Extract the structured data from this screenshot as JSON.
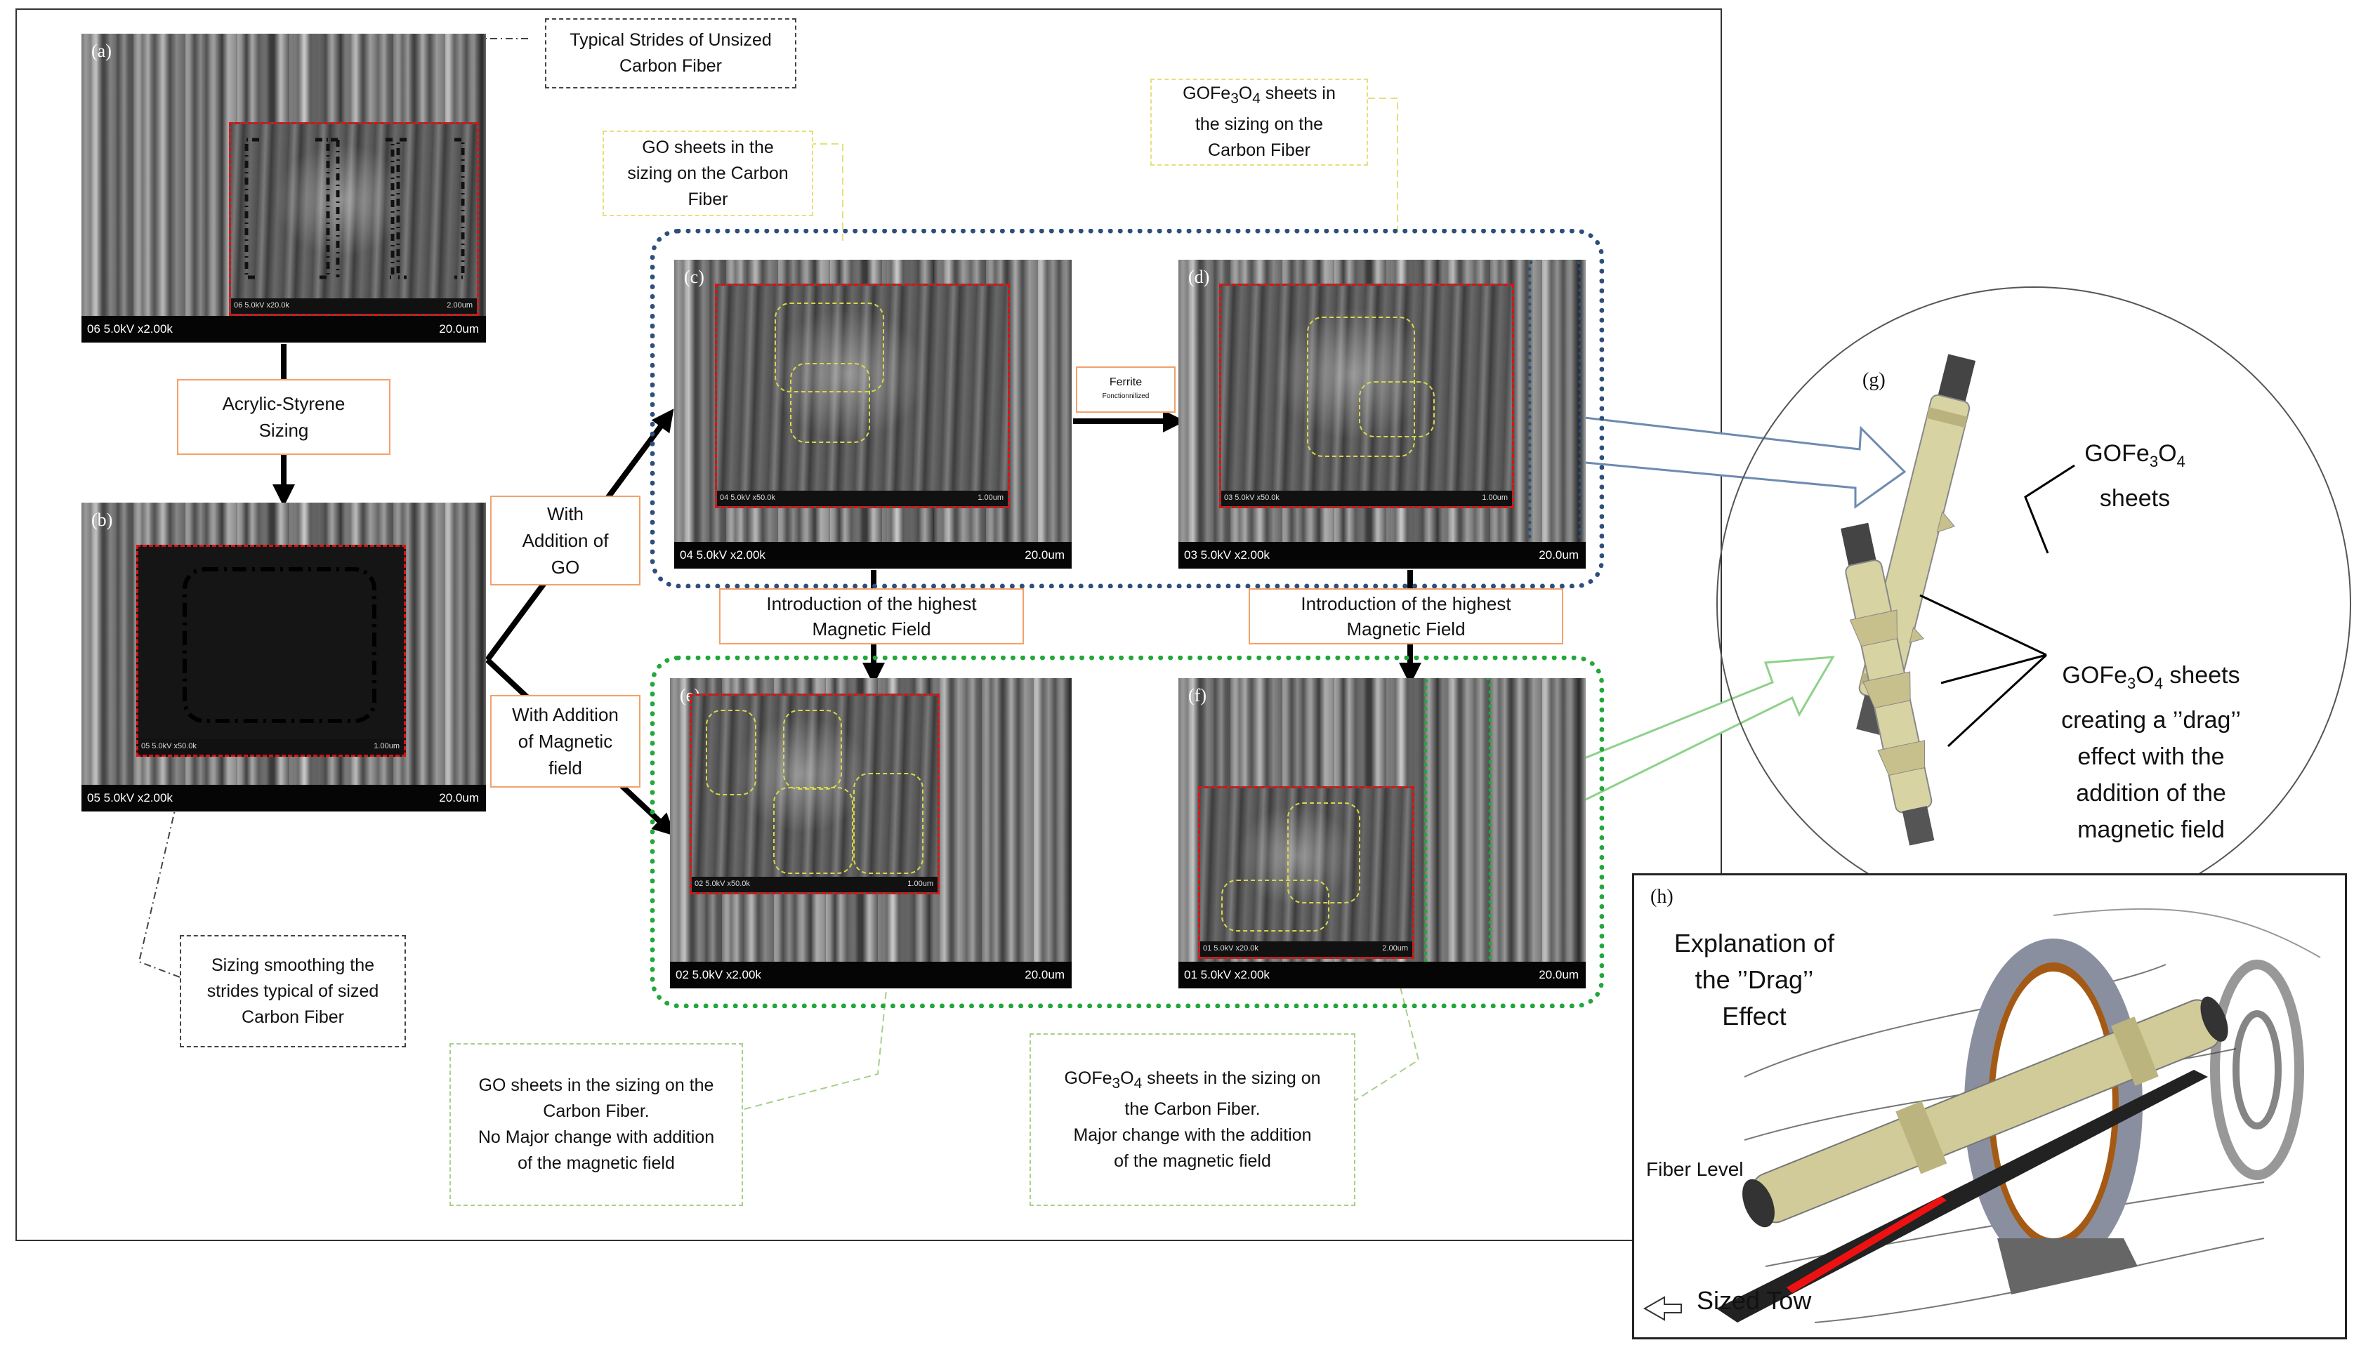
{
  "panels": {
    "a": {
      "label": "(a)",
      "bar_left": "06 5.0kV x2.00k",
      "bar_right": "20.0um",
      "inset_left": "06 5.0kV x20.0k",
      "inset_right": "2.00um"
    },
    "b": {
      "label": "(b)",
      "bar_left": "05 5.0kV x2.00k",
      "bar_right": "20.0um",
      "inset_left": "05 5.0kV x50.0k",
      "inset_right": "1.00um"
    },
    "c": {
      "label": "(c)",
      "bar_left": "04 5.0kV x2.00k",
      "bar_right": "20.0um",
      "inset_left": "04 5.0kV x50.0k",
      "inset_right": "1.00um"
    },
    "d": {
      "label": "(d)",
      "bar_left": "03 5.0kV x2.00k",
      "bar_right": "20.0um",
      "inset_left": "03 5.0kV x50.0k",
      "inset_right": "1.00um"
    },
    "e": {
      "label": "(e)",
      "bar_left": "02 5.0kV x2.00k",
      "bar_right": "20.0um",
      "inset_left": "02 5.0kV x50.0k",
      "inset_right": "1.00um"
    },
    "f": {
      "label": "(f)",
      "bar_left": "01 5.0kV x2.00k",
      "bar_right": "20.0um",
      "inset_left": "01 5.0kV x20.0k",
      "inset_right": "2.00um"
    },
    "g": {
      "label": "(g)"
    },
    "h": {
      "label": "(h)"
    }
  },
  "callouts": {
    "unsized_l1": "Typical Strides of Unsized",
    "unsized_l2": "Carbon Fiber",
    "go_sheets_l1": "GO sheets in the",
    "go_sheets_l2": "sizing on the Carbon",
    "go_sheets_l3": "Fiber",
    "gofe_l1_pre": "GOFe",
    "gofe_l1_post": " sheets in",
    "gofe_l2": "the sizing on the",
    "gofe_l3": "Carbon Fiber",
    "smooth_l1": "Sizing smoothing the",
    "smooth_l2": "strides  typical of sized",
    "smooth_l3": "Carbon Fiber",
    "go_nochange_l1": "GO sheets in the sizing on the",
    "go_nochange_l2": "Carbon Fiber.",
    "go_nochange_l3": "No Major change with addition",
    "go_nochange_l4": "of the magnetic field",
    "gofe_change_l1_pre": "GOFe",
    "gofe_change_l1_post": " sheets in the sizing on",
    "gofe_change_l2": "the Carbon Fiber.",
    "gofe_change_l3": "Major change with the addition",
    "gofe_change_l4": "of the magnetic field"
  },
  "steps": {
    "sizing_l1": "Acrylic-Styrene",
    "sizing_l2": "Sizing",
    "with_go_l1": "With",
    "with_go_l2": "Addition of",
    "with_go_l3": "GO",
    "with_mag_l1": "With Addition",
    "with_mag_l2": "of Magnetic",
    "with_mag_l3": "field",
    "ferrite_l1": "Ferrite",
    "ferrite_l2": "Fonctionnilized",
    "intro1_l1": "Introduction of the highest",
    "intro1_l2": "Magnetic Field",
    "intro2_l1": "Introduction of the highest",
    "intro2_l2": "Magnetic Field"
  },
  "g_labels": {
    "sheets_l1_pre": "GOFe",
    "sheets_l2": "sheets",
    "drag_l1_pre": "GOFe",
    "drag_l1_post": " sheets",
    "drag_l2": "creating a ’’drag’’",
    "drag_l3": "effect with the",
    "drag_l4": "addition of the",
    "drag_l5": "magnetic field"
  },
  "h_labels": {
    "title_l1": "Explanation of",
    "title_l2": "the ’’Drag’’",
    "title_l3": "Effect",
    "fiber_level": "Fiber Level",
    "sized_tow": "Sized Tow"
  },
  "formula": {
    "sub3": "3",
    "o": "O",
    "sub4": "4"
  },
  "colors": {
    "blue_group": "#2e4f7c",
    "green_group": "#22a83a",
    "inset_border": "#dd1111",
    "orange_box": "#f3a16a"
  }
}
